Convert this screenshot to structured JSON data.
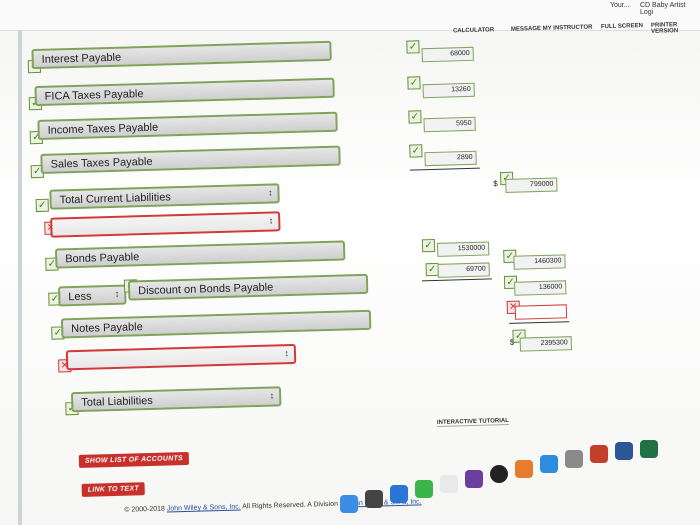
{
  "browser": {
    "bookmarks": [
      "Your...",
      "CD Baby Artist Logi"
    ]
  },
  "toolbar": {
    "calculator": "CALCULATOR",
    "message": "MESSAGE MY INSTRUCTOR",
    "fullscreen": "FULL SCREEN",
    "printer": "PRINTER VERSION"
  },
  "rows": [
    {
      "label": "Interest Payable",
      "amount": "68000",
      "status": "correct"
    },
    {
      "label": "FICA Taxes Payable",
      "amount": "13260",
      "status": "correct"
    },
    {
      "label": "Income Taxes Payable",
      "amount": "5950",
      "status": "correct"
    },
    {
      "label": "Sales Taxes Payable",
      "amount": "2890",
      "status": "correct"
    },
    {
      "label": "Total Current Liabilities",
      "amount": "799000",
      "status": "correct"
    },
    {
      "label": "",
      "amount": "",
      "status": "incorrect"
    },
    {
      "label": "Bonds Payable",
      "amount": "1530000",
      "status": "correct"
    },
    {
      "label": "Discount on Bonds Payable",
      "amount": "69700",
      "status": "correct"
    },
    {
      "label": "Notes Payable",
      "amount": "136000",
      "status": "correct"
    },
    {
      "label": "",
      "amount": "",
      "status": "incorrect"
    },
    {
      "label": "Total Liabilities",
      "amount": "",
      "status": "correct"
    }
  ],
  "less_select": "Less",
  "col3": [
    "1460300",
    "136000",
    "",
    "2395300"
  ],
  "currency": "$",
  "buttons": {
    "show_accounts": "SHOW LIST OF ACCOUNTS",
    "link_text": "LINK TO TEXT",
    "tutorial": "INTERACTIVE TUTORIAL"
  },
  "footer": {
    "copyright": "© 2000-2018",
    "company": "John Wiley & Sons, Inc.",
    "rights": "All Rights Reserved. A Division of",
    "company2": "John Wiley & Sons, Inc."
  },
  "glyphs": {
    "check": "✓",
    "cross": "✕",
    "updown": "↕"
  }
}
